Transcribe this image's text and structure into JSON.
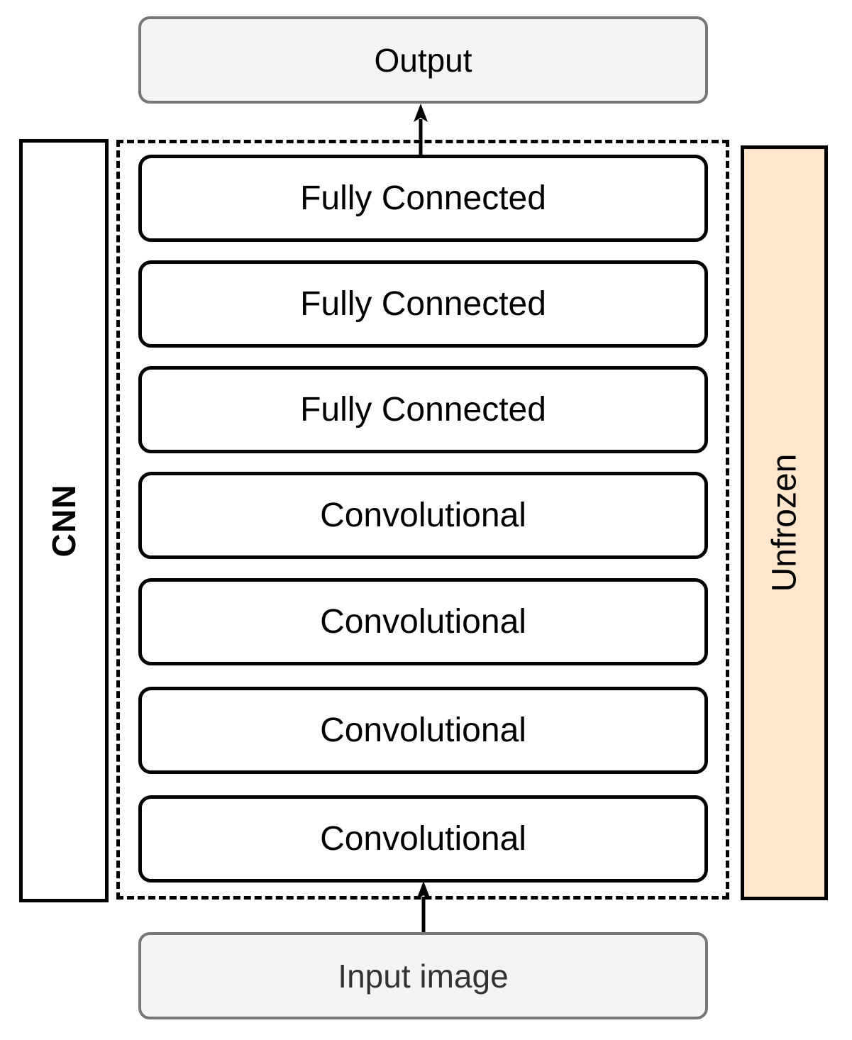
{
  "diagram": {
    "output_label": "Output",
    "input_label": "Input image",
    "model_label": "CNN",
    "state_label": "Unfrozen",
    "layers": [
      "Fully Connected",
      "Fully Connected",
      "Fully Connected",
      "Convolutional",
      "Convolutional",
      "Convolutional",
      "Convolutional"
    ]
  },
  "colors": {
    "io_fill": "#f4f4f4",
    "io_border": "#777777",
    "layer_border": "#000000",
    "unfrozen_fill": "#ffe6cc"
  }
}
